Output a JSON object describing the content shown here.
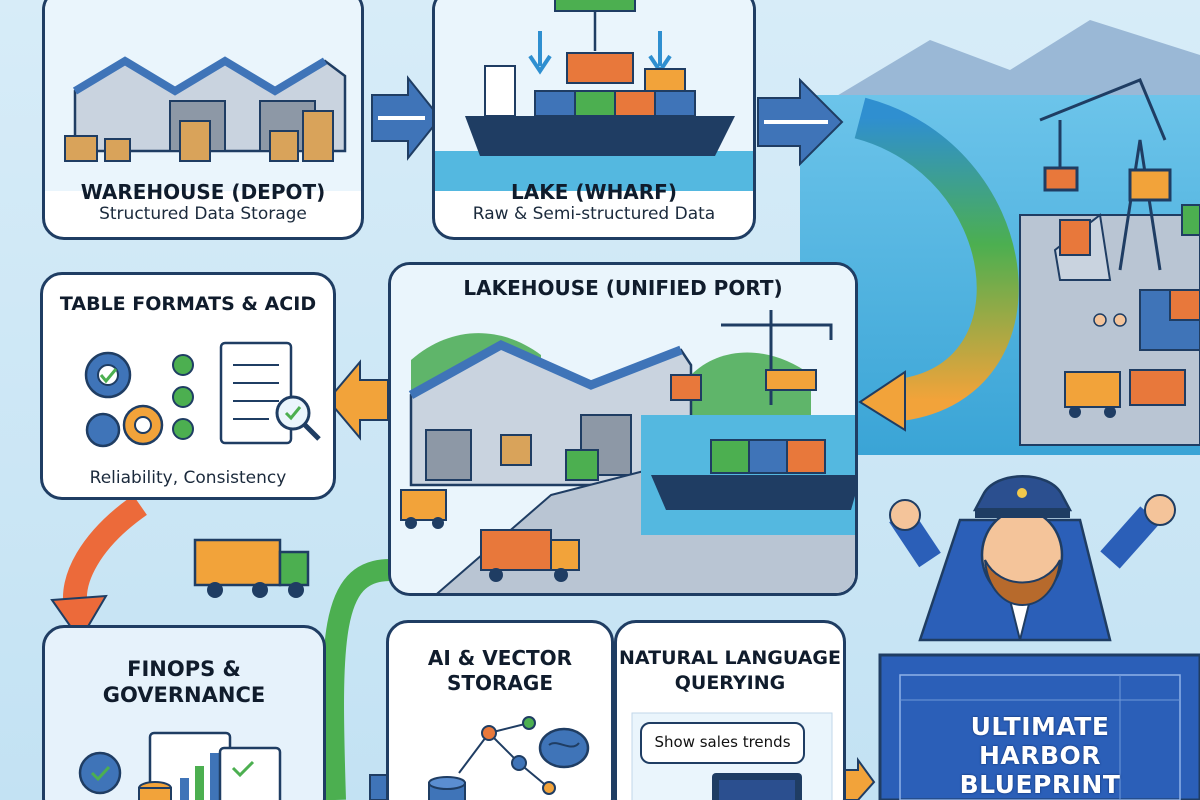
{
  "cards": {
    "warehouse": {
      "title": "WAREHOUSE (DEPOT)",
      "subtitle": "Structured Data Storage"
    },
    "lake": {
      "title": "LAKE (WHARF)",
      "subtitle": "Raw & Semi-structured Data"
    },
    "lakehouse": {
      "title": "LAKEHOUSE (UNIFIED PORT)"
    },
    "table_formats": {
      "title": "TABLE FORMATS & ACID",
      "subtitle": "Reliability, Consistency"
    },
    "finops": {
      "title_line1": "FINOPS &",
      "title_line2": "GOVERNANCE"
    },
    "ai_vector": {
      "title_line1": "AI & VECTOR",
      "title_line2": "STORAGE"
    },
    "nlq": {
      "title_line1": "NATURAL LANGUAGE",
      "title_line2": "QUERYING",
      "bubble": "Show sales trends"
    }
  },
  "blueprint": {
    "line1": "ULTIMATE",
    "line2": "HARBOR",
    "line3": "BLUEPRINT"
  },
  "colors": {
    "card_border": "#1f3d63",
    "arrow_blue": "#3f74b8",
    "arrow_orange": "#f2a33a",
    "arrow_red": "#ec6a3a",
    "arrow_green": "#4caf50",
    "sea": "#54b8e0",
    "blueprint": "#2b5fb8"
  },
  "icons": [
    "database-icon",
    "gear-icon",
    "check-icon",
    "magnifier-icon",
    "brain-icon",
    "chart-icon"
  ]
}
